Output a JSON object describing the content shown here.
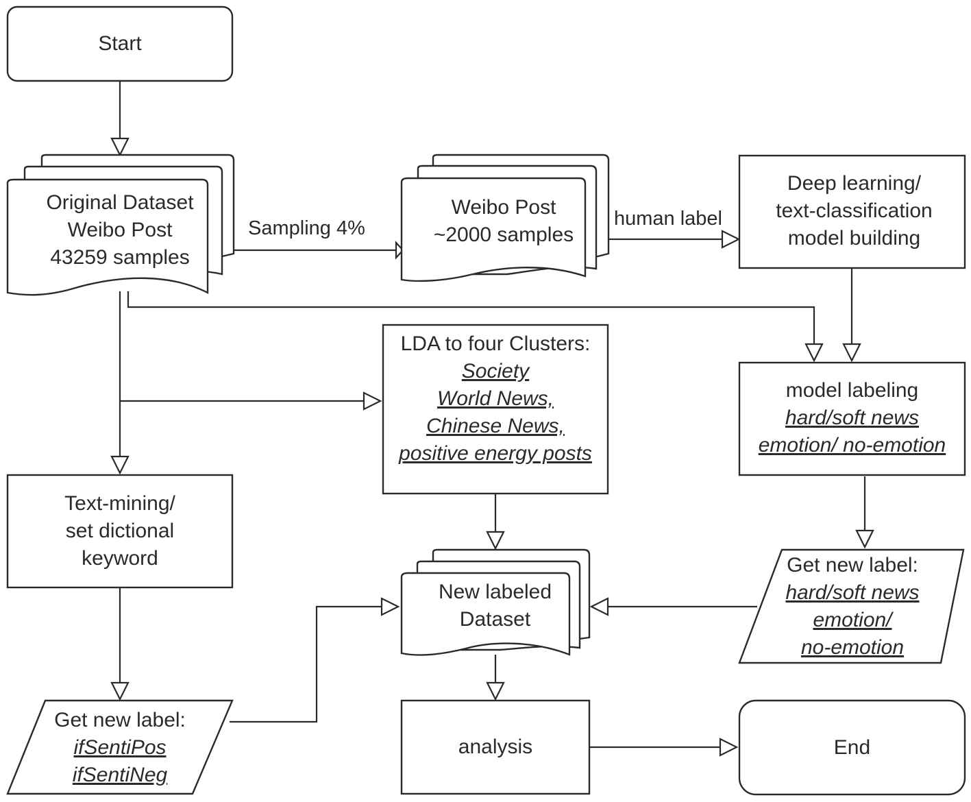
{
  "nodes": {
    "start": {
      "label": "Start"
    },
    "original_dataset": {
      "lines": [
        "Original Dataset",
        "Weibo Post",
        "43259 samples"
      ]
    },
    "weibo_samples": {
      "lines": [
        "Weibo Post",
        "~2000 samples"
      ]
    },
    "deep_learning": {
      "lines": [
        "Deep learning/",
        "text-classification",
        "model building"
      ]
    },
    "lda": {
      "title": "LDA to four Clusters:",
      "items": [
        "Society",
        "World News,",
        "Chinese News,",
        "positive energy posts"
      ]
    },
    "model_labeling": {
      "title": "model labeling",
      "items": [
        "hard/soft news",
        "emotion/ no-emotion"
      ]
    },
    "text_mining": {
      "lines": [
        "Text-mining/",
        "set dictional",
        "keyword"
      ]
    },
    "get_label_right": {
      "title": "Get new label:",
      "items": [
        "hard/soft news",
        "emotion/",
        "no-emotion"
      ]
    },
    "new_dataset": {
      "lines": [
        "New labeled",
        "Dataset"
      ]
    },
    "get_label_left": {
      "title": "Get new label:",
      "items": [
        "ifSentiPos",
        "ifSentiNeg"
      ]
    },
    "analysis": {
      "label": "analysis"
    },
    "end": {
      "label": "End"
    }
  },
  "edges": {
    "sampling": "Sampling 4%",
    "human_label": "human label"
  }
}
